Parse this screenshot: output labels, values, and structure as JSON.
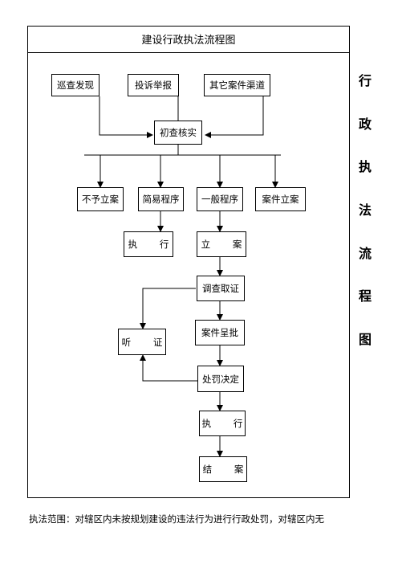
{
  "title": "建设行政执法流程图",
  "side_title": [
    "行",
    "政",
    "执",
    "法",
    "流",
    "程",
    "图"
  ],
  "nodes": {
    "xuncha": "巡查发现",
    "tousu": "投诉举报",
    "qita": "其它案件渠道",
    "chucha": "初查核实",
    "buyu": "不予立案",
    "jianyi": "简易程序",
    "yiban": "一般程序",
    "anjian_lian": "案件立案",
    "zhixing1": "执 行",
    "lian": "立 案",
    "diaocha": "调查取证",
    "tingzheng": "听 证",
    "chengpi": "案件呈批",
    "chufa": "处罚决定",
    "zhixing2": "执 行",
    "jiean": "结 案"
  },
  "footer_text": "执法范围：对辖区内未按规划建设的违法行为进行行政处罚，对辖区内无"
}
